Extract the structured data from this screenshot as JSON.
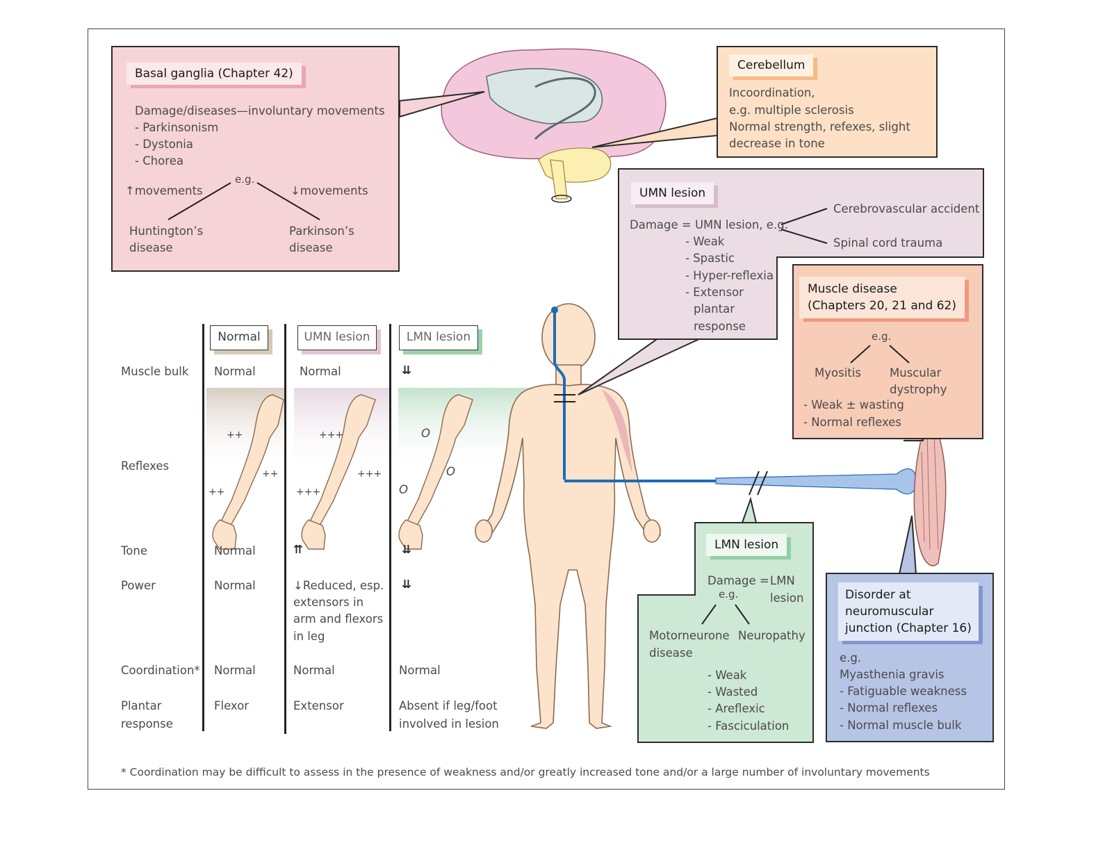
{
  "basal_ganglia": {
    "title": "Basal ganglia (Chapter 42)",
    "lines": [
      "Damage/diseases—involuntary movements",
      "- Parkinsonism",
      "- Dystonia",
      "- Chorea"
    ],
    "eg": "e.g.",
    "up_movements": "↑movements",
    "down_movements": "↓movements",
    "left_disease": [
      "Huntington’s",
      "disease"
    ],
    "right_disease": [
      "Parkinson’s",
      "disease"
    ]
  },
  "cerebellum": {
    "title": "Cerebellum",
    "lines": [
      "Incoordination,",
      "e.g. multiple sclerosis",
      "Normal strength, refexes, slight",
      "decrease in tone"
    ]
  },
  "umn_box": {
    "title": "UMN lesion",
    "damage": "Damage = UMN lesion, e.g.",
    "causes": [
      "Cerebrovascular accident",
      "Spinal cord trauma"
    ],
    "signs": [
      "- Weak",
      "- Spastic",
      "- Hyper-reflexia",
      "- Extensor",
      "plantar",
      "response"
    ]
  },
  "muscle_disease": {
    "title_lines": [
      "Muscle disease",
      "(Chapters 20, 21 and 62)"
    ],
    "eg": "e.g.",
    "examples": [
      "Myositis",
      "Muscular",
      "dystrophy"
    ],
    "signs": [
      "- Weak ± wasting",
      "- Normal reflexes"
    ]
  },
  "lmn_box": {
    "title": "LMN lesion",
    "damage": [
      "Damage =",
      "LMN",
      "lesion"
    ],
    "eg": "e.g.",
    "examples": [
      "Motorneurone",
      "disease",
      "Neuropathy"
    ],
    "signs": [
      "- Weak",
      "- Wasted",
      "- Areflexic",
      "- Fasciculation"
    ]
  },
  "nmj": {
    "title_lines": [
      "Disorder at",
      "neuromuscular",
      "junction (Chapter 16)"
    ],
    "lines": [
      "e.g.",
      "Myasthenia gravis",
      "- Fatiguable weakness",
      "- Normal reflexes",
      "- Normal muscle bulk"
    ]
  },
  "table": {
    "columns": [
      "Normal",
      "UMN lesion",
      "LMN lesion"
    ],
    "row_labels": {
      "muscle_bulk": "Muscle bulk",
      "reflexes": "Reflexes",
      "tone": "Tone",
      "power": "Power",
      "coordination": "Coordination*",
      "plantar": [
        "Plantar",
        "response"
      ]
    },
    "normal": {
      "bulk": "Normal",
      "tone": "Normal",
      "power": "Normal",
      "coordination": "Normal",
      "plantar": "Flexor",
      "reflex_marks": [
        "++",
        "++",
        "++"
      ]
    },
    "umn": {
      "bulk": "Normal",
      "tone": "⇈",
      "power": [
        "↓Reduced, esp.",
        "extensors in",
        "arm and flexors",
        "in leg"
      ],
      "coordination": "Normal",
      "plantar": "Extensor",
      "reflex_marks": [
        "+++",
        "+++",
        "+++"
      ]
    },
    "lmn": {
      "bulk": "⇊",
      "tone": "⇊",
      "power": "⇊",
      "coordination": "Normal",
      "plantar": [
        "Absent if leg/foot",
        "involved in lesion"
      ],
      "reflex_marks": [
        "O",
        "O",
        "O"
      ]
    }
  },
  "footnote": "* Coordination may be difficult to assess in the presence of weakness and/or greatly increased tone and/or a large number of involuntary movements",
  "colors": {
    "basal_pink": "#f6d3d6",
    "cerebellum_orange": "#fde0c5",
    "umn_mauve": "#ecdde4",
    "muscle_salmon": "#f7cdb7",
    "lmn_green": "#cde8d4",
    "nmj_blue": "#b6c4e6",
    "skin": "#fbe3cc",
    "nerve_blue": "#1d6cb5"
  }
}
